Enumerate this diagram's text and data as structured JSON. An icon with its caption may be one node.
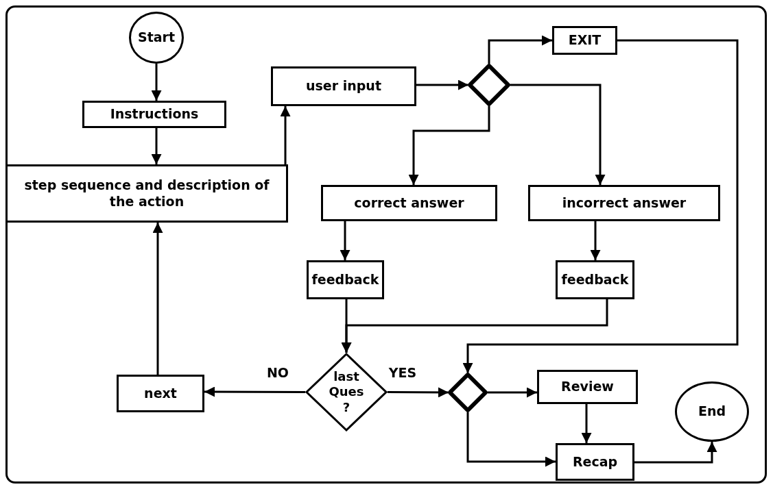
{
  "diagram": {
    "nodes": [
      {
        "text": [
          "Start"
        ]
      },
      {
        "text": [
          "Instructions"
        ]
      },
      {
        "text": [
          "step sequence and description of the action"
        ]
      },
      {
        "text": [
          "user input"
        ]
      },
      {
        "text": [],
        "shape": "diamond"
      },
      {
        "text": [
          "EXIT"
        ]
      },
      {
        "text": [
          "correct answer"
        ]
      },
      {
        "text": [
          "incorrect answer"
        ]
      },
      {
        "text": [
          "feedback"
        ]
      },
      {
        "text": [
          "feedback"
        ]
      },
      {
        "text": [
          "last Ques ?"
        ]
      },
      {
        "text": [
          "next"
        ]
      },
      {
        "text": [],
        "shape": "diamond"
      },
      {
        "text": [
          "Review"
        ]
      },
      {
        "text": [
          "Recap"
        ]
      },
      {
        "text": [
          "End"
        ]
      }
    ],
    "edges": [
      {
        "from": 0,
        "to": 1,
        "arrow": "to"
      },
      {
        "from": 1,
        "to": 2,
        "arrow": "to"
      },
      {
        "from": 2,
        "to": 3,
        "arrow": "to"
      },
      {
        "from": 3,
        "to": 4,
        "arrow": "to"
      },
      {
        "from": 4,
        "to": 5,
        "arrow": "to"
      },
      {
        "from": 4,
        "to": 6,
        "arrow": "to"
      },
      {
        "from": 4,
        "to": 7,
        "arrow": "to"
      },
      {
        "from": 6,
        "to": 8,
        "arrow": "to"
      },
      {
        "from": 7,
        "to": 9,
        "arrow": "to"
      },
      {
        "from": 8,
        "to": 10,
        "arrow": "to"
      },
      {
        "from": 9,
        "to": 10,
        "arrow": "to"
      },
      {
        "from": 5,
        "to": 12,
        "arrow": "to"
      },
      {
        "from": 10,
        "to": 11,
        "label": "NO",
        "arrow": "to"
      },
      {
        "from": 10,
        "to": 12,
        "label": "YES",
        "arrow": "to"
      },
      {
        "from": 11,
        "to": 2,
        "arrow": "to"
      },
      {
        "from": 12,
        "to": 13,
        "arrow": "to"
      },
      {
        "from": 12,
        "to": 14,
        "arrow": "to"
      },
      {
        "from": 13,
        "to": 14,
        "arrow": "to"
      },
      {
        "from": 14,
        "to": 15,
        "arrow": "to"
      }
    ]
  }
}
